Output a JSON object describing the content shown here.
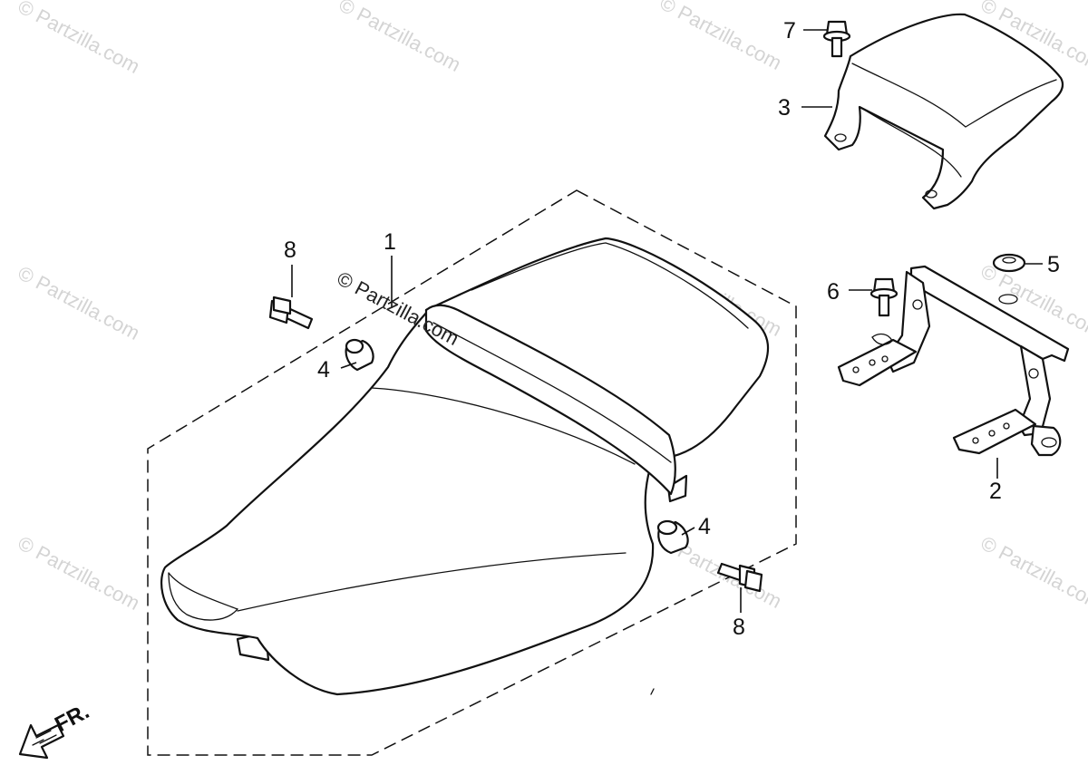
{
  "watermark": "© Partzilla.com",
  "front_label": "FR.",
  "callouts": {
    "seat": "1",
    "bracket": "2",
    "cowl": "3",
    "collar_upper": "4",
    "collar_lower": "4",
    "nut": "5",
    "bolt_bracket": "6",
    "bolt_cowl": "7",
    "bolt_upper": "8",
    "bolt_lower": "8"
  }
}
